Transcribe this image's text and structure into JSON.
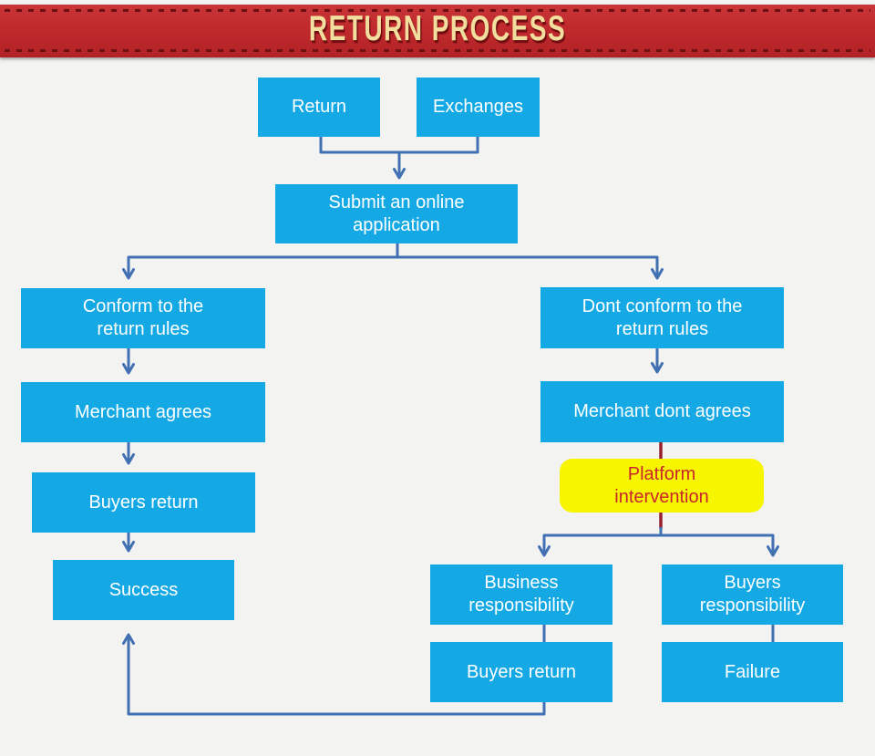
{
  "header": {
    "title": "RETURN PROCESS"
  },
  "colors": {
    "page_bg": "#f3f3f1",
    "banner_bg": "#c02a2d",
    "banner_dash": "#6e1013",
    "banner_text": "#f2de9e",
    "node_fill": "#14a9e4",
    "node_text": "#ffffff",
    "highlight_fill": "#f7f500",
    "highlight_text": "#c9252b",
    "connector_blue": "#4271b3",
    "connector_red": "#97202e"
  },
  "flowchart": {
    "nodes": [
      {
        "id": "return",
        "label": "Return"
      },
      {
        "id": "exchanges",
        "label": "Exchanges"
      },
      {
        "id": "submit_application",
        "label": "Submit an online\napplication"
      },
      {
        "id": "conform_rules",
        "label": "Conform to the\nreturn rules"
      },
      {
        "id": "dont_conform_rules",
        "label": "Dont conform to the\nreturn rules"
      },
      {
        "id": "merchant_agrees",
        "label": "Merchant agrees"
      },
      {
        "id": "merchant_dont_agrees",
        "label": "Merchant dont agrees"
      },
      {
        "id": "buyers_return_left",
        "label": "Buyers return"
      },
      {
        "id": "platform_intervention",
        "label": "Platform\nintervention"
      },
      {
        "id": "success",
        "label": "Success"
      },
      {
        "id": "business_responsibility",
        "label": "Business\nresponsibility"
      },
      {
        "id": "buyers_responsibility",
        "label": "Buyers\nresponsibility"
      },
      {
        "id": "buyers_return_bottom",
        "label": "Buyers return"
      },
      {
        "id": "failure",
        "label": "Failure"
      }
    ],
    "edges": [
      {
        "from": "return",
        "to": "submit_application",
        "style": "blue-arrow"
      },
      {
        "from": "exchanges",
        "to": "submit_application",
        "style": "blue-arrow"
      },
      {
        "from": "submit_application",
        "to": "conform_rules",
        "style": "blue-arrow"
      },
      {
        "from": "submit_application",
        "to": "dont_conform_rules",
        "style": "blue-arrow"
      },
      {
        "from": "conform_rules",
        "to": "merchant_agrees",
        "style": "blue-arrow"
      },
      {
        "from": "merchant_agrees",
        "to": "buyers_return_left",
        "style": "blue-arrow"
      },
      {
        "from": "buyers_return_left",
        "to": "success",
        "style": "blue-arrow"
      },
      {
        "from": "dont_conform_rules",
        "to": "merchant_dont_agrees",
        "style": "blue-arrow"
      },
      {
        "from": "merchant_dont_agrees",
        "to": "platform_intervention",
        "style": "red-line"
      },
      {
        "from": "platform_intervention",
        "to": "business_responsibility",
        "style": "blue-arrow"
      },
      {
        "from": "platform_intervention",
        "to": "buyers_responsibility",
        "style": "blue-arrow"
      },
      {
        "from": "business_responsibility",
        "to": "buyers_return_bottom",
        "style": "blue-line"
      },
      {
        "from": "buyers_responsibility",
        "to": "failure",
        "style": "blue-line"
      },
      {
        "from": "buyers_return_bottom",
        "to": "success",
        "style": "blue-arrow"
      }
    ]
  }
}
